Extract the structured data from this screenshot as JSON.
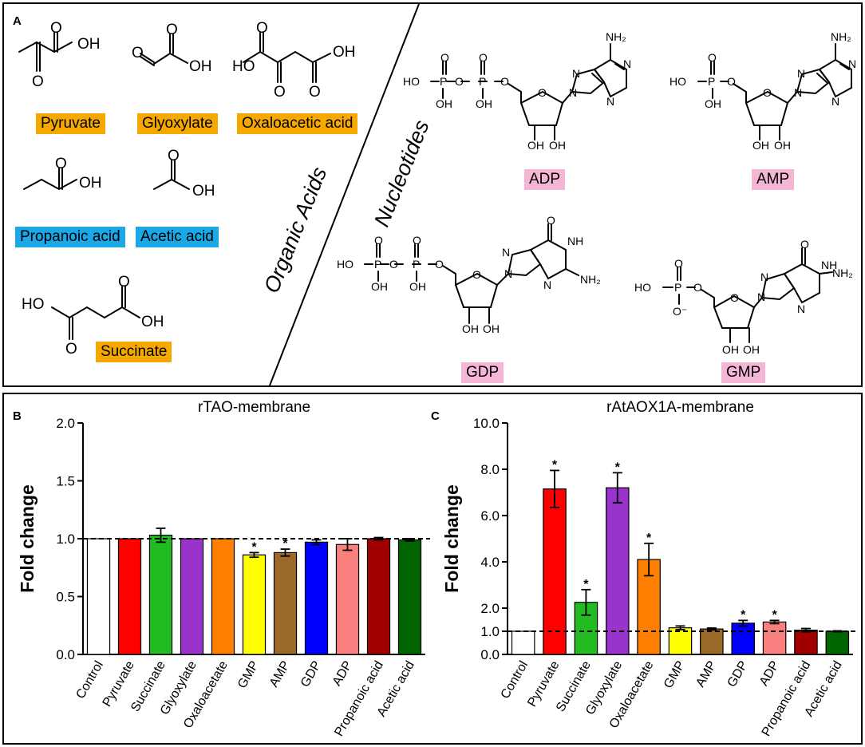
{
  "panelA": {
    "letter": "A",
    "organic_label": "Organic Acids",
    "nucleotide_label": "Nucleotides",
    "compounds": {
      "pyruvate": "Pyruvate",
      "glyoxylate": "Glyoxylate",
      "oxaloacetic": "Oxaloacetic acid",
      "propanoic": "Propanoic acid",
      "acetic": "Acetic acid",
      "succinate": "Succinate",
      "adp": "ADP",
      "amp": "AMP",
      "gdp": "GDP",
      "gmp": "GMP"
    },
    "atoms": {
      "O": "O",
      "OH": "OH",
      "HO": "HO",
      "N": "N",
      "P": "P",
      "NH2": "NH₂",
      "NH": "NH",
      "O_minus": "O⁻"
    },
    "colors": {
      "orange": "#f5a800",
      "blue": "#1aa9e6",
      "pink": "#f5b6d6"
    }
  },
  "chart_data": [
    {
      "panel": "B",
      "type": "bar",
      "title": "rTAO-membrane",
      "ylabel": "Fold change",
      "xlabel": "",
      "categories": [
        "Control",
        "Pyruvate",
        "Succinate",
        "Glyoxylate",
        "Oxaloacetate",
        "GMP",
        "AMP",
        "GDP",
        "ADP",
        "Propanoic acid",
        "Acetic acid"
      ],
      "values": [
        1.0,
        1.0,
        1.03,
        1.0,
        1.0,
        0.86,
        0.88,
        0.97,
        0.95,
        1.0,
        0.99
      ],
      "errors": [
        0,
        0,
        0.06,
        0,
        0,
        0.02,
        0.03,
        0.02,
        0.05,
        0.01,
        0.01
      ],
      "significant": [
        false,
        false,
        false,
        false,
        false,
        true,
        true,
        false,
        false,
        false,
        false
      ],
      "significance_marker": "*",
      "colors": [
        "#ffffff",
        "#ff0000",
        "#22bb22",
        "#9933cc",
        "#ff8000",
        "#ffff00",
        "#9c6a28",
        "#0000ff",
        "#fa8080",
        "#a00000",
        "#006400"
      ],
      "ylim": [
        0,
        2.0
      ],
      "yticks": [
        0.0,
        0.5,
        1.0,
        1.5,
        2.0
      ],
      "ytick_labels": [
        "0.0",
        "0.5",
        "1.0",
        "1.5",
        "2.0"
      ],
      "reference_line": 1.0,
      "grid": false
    },
    {
      "panel": "C",
      "type": "bar",
      "title": "rAtAOX1A-membrane",
      "ylabel": "Fold change",
      "xlabel": "",
      "categories": [
        "Control",
        "Pyruvate",
        "Succinate",
        "Glyoxylate",
        "Oxaloacetate",
        "GMP",
        "AMP",
        "GDP",
        "ADP",
        "Propanoic acid",
        "Acetic acid"
      ],
      "values": [
        1.0,
        7.15,
        2.25,
        7.2,
        4.1,
        1.15,
        1.1,
        1.35,
        1.4,
        1.05,
        1.0
      ],
      "errors": [
        0,
        0.8,
        0.55,
        0.65,
        0.7,
        0.08,
        0.04,
        0.12,
        0.07,
        0.07,
        0.02
      ],
      "significant": [
        false,
        true,
        true,
        true,
        true,
        false,
        false,
        true,
        true,
        false,
        false
      ],
      "significance_marker": "*",
      "colors": [
        "#ffffff",
        "#ff0000",
        "#22bb22",
        "#9933cc",
        "#ff8000",
        "#ffff00",
        "#9c6a28",
        "#0000ff",
        "#fa8080",
        "#a00000",
        "#006400"
      ],
      "ylim": [
        0,
        10.0
      ],
      "yticks": [
        0.0,
        1.0,
        2.0,
        4.0,
        6.0,
        8.0,
        10.0
      ],
      "ytick_labels": [
        "0.0",
        "1.0",
        "2.0",
        "4.0",
        "6.0",
        "8.0",
        "10.0"
      ],
      "reference_line": 1.0,
      "grid": false
    }
  ]
}
